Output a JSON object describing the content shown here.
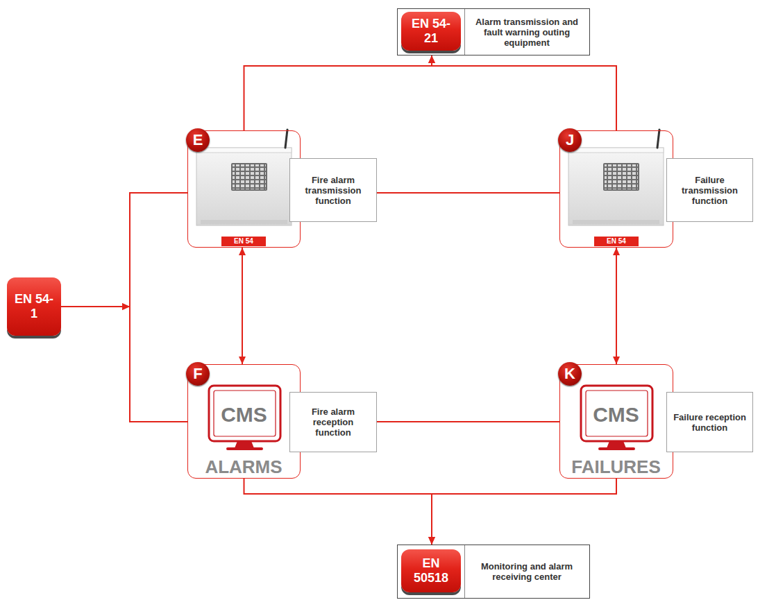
{
  "diagram": {
    "nodes": [
      {
        "text": [
          "Alarm transmission and fault warning outing equipment"
        ]
      },
      {
        "text": [
          "EN 54-21"
        ],
        "in": 0
      },
      {
        "text": [
          "E",
          "EN 54"
        ]
      },
      {
        "text": [
          "Fire alarm transmission function"
        ]
      },
      {
        "text": [
          "J",
          "EN 54"
        ]
      },
      {
        "text": [
          "Failure transmission function"
        ]
      },
      {
        "text": [
          "EN 54-1"
        ]
      },
      {
        "text": [
          "F",
          "CMS",
          "ALARMS"
        ]
      },
      {
        "text": [
          "Fire alarm reception function"
        ]
      },
      {
        "text": [
          "K",
          "CMS",
          "FAILURES"
        ]
      },
      {
        "text": [
          "Failure reception function"
        ]
      },
      {
        "text": [
          "Monitoring and alarm receiving center"
        ]
      },
      {
        "text": [
          "EN 50518"
        ],
        "in": 11
      }
    ],
    "edges": [
      {
        "from": 2,
        "to": 0,
        "arrow": "to"
      },
      {
        "from": 4,
        "to": 0,
        "arrow": "to"
      },
      {
        "from": 3,
        "to": 4,
        "arrow": "none"
      },
      {
        "from": 2,
        "to": 7,
        "arrow": "both"
      },
      {
        "from": 4,
        "to": 9,
        "arrow": "both"
      },
      {
        "from": 6,
        "to": 2,
        "arrow": "to"
      },
      {
        "from": 6,
        "to": 7,
        "arrow": "to"
      },
      {
        "from": 8,
        "to": 9,
        "arrow": "none"
      },
      {
        "from": 7,
        "to": 11,
        "arrow": "to"
      },
      {
        "from": 9,
        "to": 11,
        "arrow": "to"
      }
    ]
  }
}
